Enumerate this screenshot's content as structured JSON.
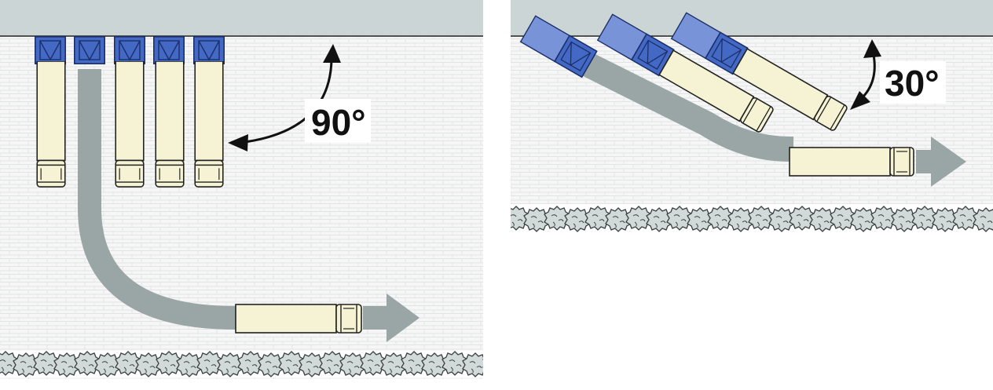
{
  "diagrams": [
    {
      "id": "left",
      "angle_label": "90°",
      "bay_count": 5,
      "buses_parked": 4,
      "bay_departing": 2
    },
    {
      "id": "right",
      "angle_label": "30°",
      "bay_count": 3,
      "buses_parked": 2,
      "bay_departing": 1
    }
  ],
  "colors": {
    "building": "#ccd5d5",
    "pavement": "#f4f4f4",
    "bay": "#4469c4",
    "bay_light": "#7893d8",
    "bus_body": "#f5f3d3",
    "path_arrow": "#9aa5a5",
    "hedge": "#d2d9d9",
    "outline": "#222222"
  }
}
